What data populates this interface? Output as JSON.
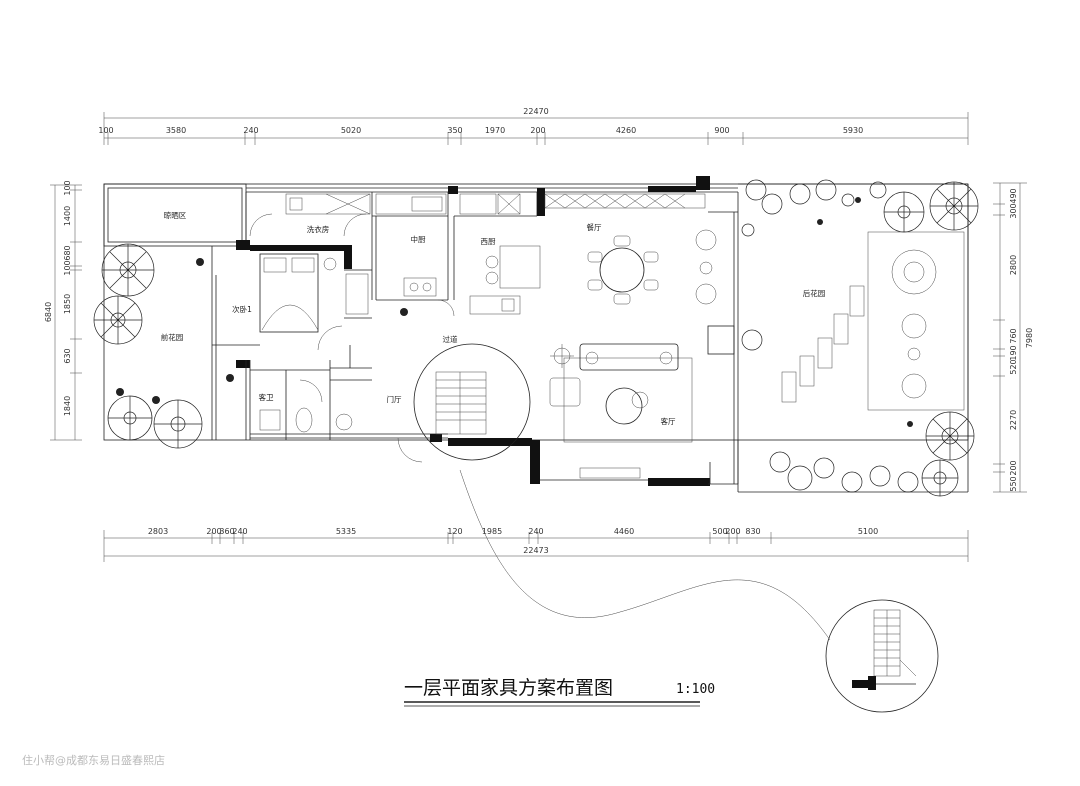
{
  "drawing": {
    "title": "一层平面家具方案布置图",
    "scale": "1:100",
    "watermark": "住小帮@成都东易日盛春熙店"
  },
  "dims_top": {
    "total": "22470",
    "segments": [
      "100",
      "3580",
      "240",
      "5020",
      "350",
      "1970",
      "200",
      "4260",
      "900",
      "5930"
    ]
  },
  "dims_bottom": {
    "total": "22473",
    "segments": [
      "2803",
      "200",
      "360",
      "240",
      "5335",
      "120",
      "1985",
      "240",
      "4460",
      "500",
      "200",
      "830",
      "5100"
    ]
  },
  "dims_left": {
    "total": "6840",
    "segments": [
      "100",
      "1400",
      "680",
      "100",
      "1850",
      "630",
      "1840"
    ]
  },
  "dims_right": {
    "total": "7980",
    "segments": [
      "490",
      "300",
      "2800",
      "760",
      "190",
      "520",
      "2270",
      "200",
      "550"
    ]
  },
  "rooms": {
    "laundry_area": "晾晒区",
    "washroom": "洗衣房",
    "chinese_kitchen": "中厨",
    "western_kitchen": "西厨",
    "dining": "餐厅",
    "rear_garden": "后花园",
    "second_bedroom": "次卧1",
    "front_garden": "前花园",
    "corridor": "过道",
    "guest_bath": "客卫",
    "foyer": "门厅",
    "living": "客厅"
  }
}
